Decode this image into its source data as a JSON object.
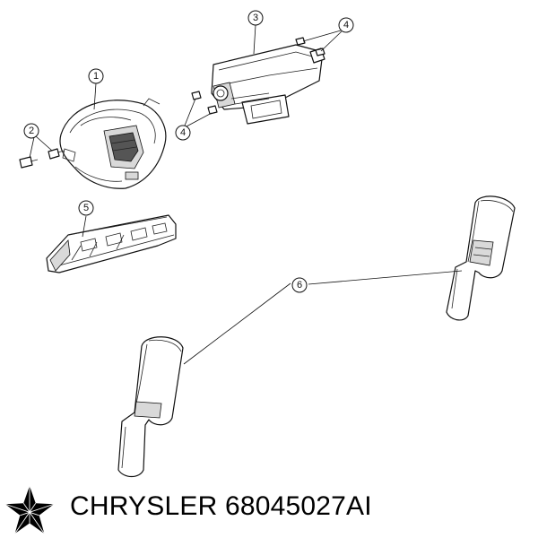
{
  "callouts": {
    "c1": "1",
    "c2": "2",
    "c3": "3",
    "c4a": "4",
    "c4b": "4",
    "c5": "5",
    "c6": "6"
  },
  "footer": {
    "brand": "CHRYSLER",
    "part_number": "68045027AI"
  },
  "logo": {
    "icon": "pentastar-icon",
    "color": "#000000"
  }
}
